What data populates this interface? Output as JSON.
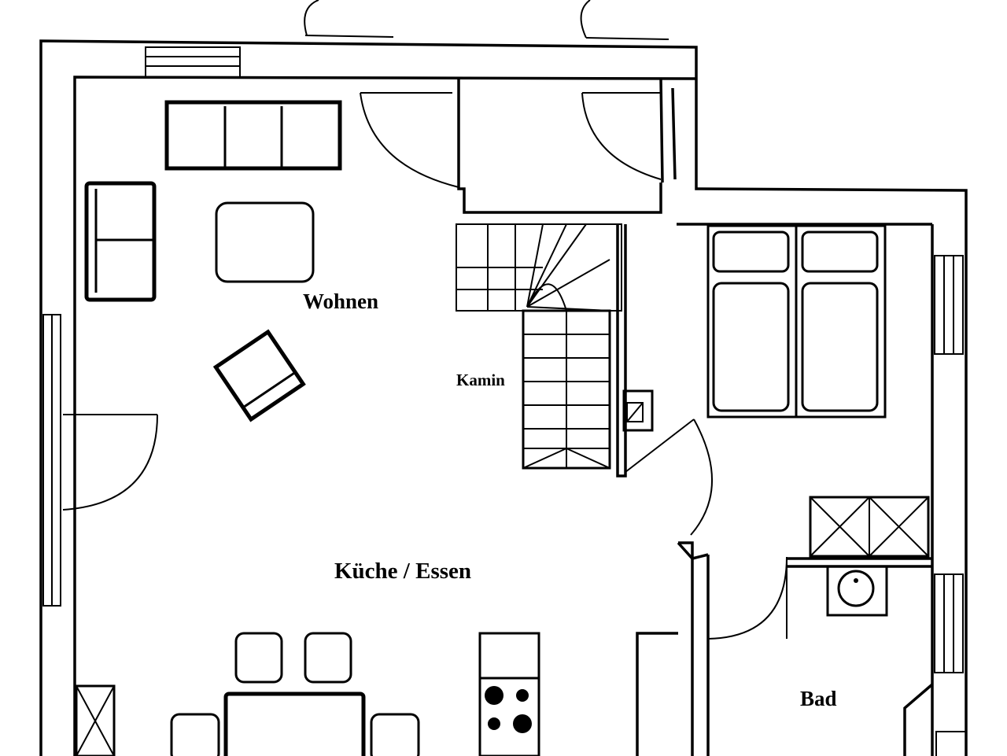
{
  "rooms": {
    "wohnen": "Wohnen",
    "kamin": "Kamin",
    "kueche_essen": "Küche / Essen",
    "bad": "Bad"
  },
  "colors": {
    "line": "#000000",
    "background": "#ffffff"
  }
}
